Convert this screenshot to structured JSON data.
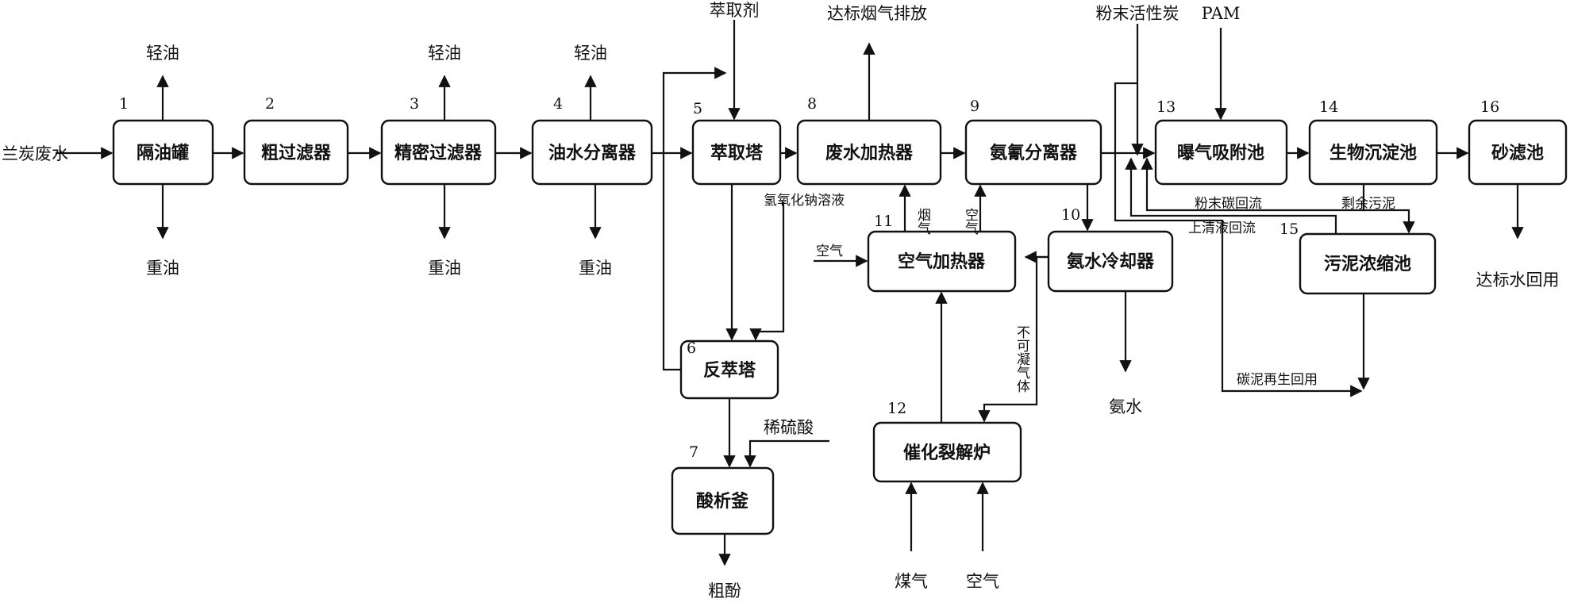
{
  "units": [
    {
      "id": "1",
      "label": "隔油罐"
    },
    {
      "id": "2",
      "label": "粗过滤器"
    },
    {
      "id": "3",
      "label": "精密过滤器"
    },
    {
      "id": "4",
      "label": "油水分离器"
    },
    {
      "id": "5",
      "label": "萃取塔"
    },
    {
      "id": "6",
      "label": "反萃塔"
    },
    {
      "id": "7",
      "label": "酸析釜"
    },
    {
      "id": "8",
      "label": "废水加热器"
    },
    {
      "id": "9",
      "label": "氨氰分离器"
    },
    {
      "id": "10",
      "label": "氨水冷却器"
    },
    {
      "id": "11",
      "label": "空气加热器"
    },
    {
      "id": "12",
      "label": "催化裂解炉"
    },
    {
      "id": "13",
      "label": "曝气吸附池"
    },
    {
      "id": "14",
      "label": "生物沉淀池"
    },
    {
      "id": "15",
      "label": "污泥浓缩池"
    },
    {
      "id": "16",
      "label": "砂滤池"
    }
  ],
  "streams": {
    "feed": "兰炭废水",
    "light_oil": "轻油",
    "heavy_oil": "重油",
    "extractant": "萃取剂",
    "naoh": "氢氧化钠溶液",
    "dilute_acid": "稀硫酸",
    "crude_phenol": "粗酚",
    "flue_out": "达标烟气排放",
    "flue_gas": "烟气",
    "air": "空气",
    "air_left": "空气",
    "gas": "煤气",
    "air_bottom": "空气",
    "noncond": "不可凝气体",
    "ammonia": "氨水",
    "pac": "粉末活性炭",
    "pam": "PAM",
    "carbon_return": "粉末碳回流",
    "excess_sludge": "剩余污泥",
    "supernatant": "上清液回流",
    "carbon_regen": "碳泥再生回用",
    "water_reuse": "达标水回用"
  }
}
